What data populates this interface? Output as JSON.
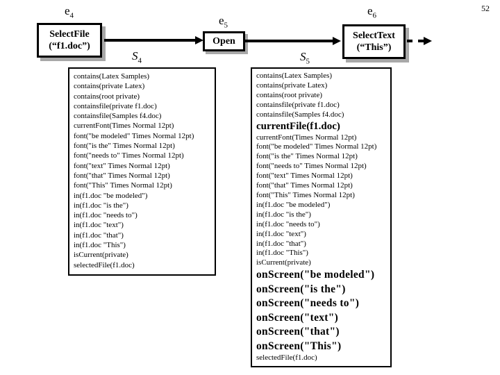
{
  "page_number": "52",
  "colors": {
    "background": "#ffffff",
    "text": "#000000",
    "box_border": "#000000",
    "box_shadow": "#a8a8a8"
  },
  "events": [
    {
      "name": "e",
      "sub": "4",
      "action": "SelectFile",
      "argument": "(“f1.doc”)"
    },
    {
      "name": "e",
      "sub": "5",
      "action": "Open",
      "argument": ""
    },
    {
      "name": "e",
      "sub": "6",
      "action": "SelectText",
      "argument": "(“This”)"
    }
  ],
  "states": [
    {
      "name": "S",
      "sub": "4",
      "facts": [
        {
          "text": "contains(Latex Samples)",
          "emphasis": "normal"
        },
        {
          "text": "contains(private Latex)",
          "emphasis": "normal"
        },
        {
          "text": "contains(root private)",
          "emphasis": "normal"
        },
        {
          "text": "containsfile(private f1.doc)",
          "emphasis": "normal"
        },
        {
          "text": "containsfile(Samples f4.doc)",
          "emphasis": "normal"
        },
        {
          "text": "currentFont(Times Normal 12pt)",
          "emphasis": "normal"
        },
        {
          "text": "font(\"be modeled\" Times Normal 12pt)",
          "emphasis": "normal"
        },
        {
          "text": "font(\"is the\" Times Normal 12pt)",
          "emphasis": "normal"
        },
        {
          "text": "font(\"needs to\" Times Normal 12pt)",
          "emphasis": "normal"
        },
        {
          "text": "font(\"text\" Times Normal 12pt)",
          "emphasis": "normal"
        },
        {
          "text": "font(\"that\" Times Normal 12pt)",
          "emphasis": "normal"
        },
        {
          "text": "font(\"This\" Times Normal 12pt)",
          "emphasis": "normal"
        },
        {
          "text": "in(f1.doc \"be modeled\")",
          "emphasis": "normal"
        },
        {
          "text": "in(f1.doc \"is the\")",
          "emphasis": "normal"
        },
        {
          "text": "in(f1.doc \"needs to\")",
          "emphasis": "normal"
        },
        {
          "text": "in(f1.doc \"text\")",
          "emphasis": "normal"
        },
        {
          "text": "in(f1.doc \"that\")",
          "emphasis": "normal"
        },
        {
          "text": "in(f1.doc \"This\")",
          "emphasis": "normal"
        },
        {
          "text": "isCurrent(private)",
          "emphasis": "normal"
        },
        {
          "text": "selectedFile(f1.doc)",
          "emphasis": "normal"
        }
      ]
    },
    {
      "name": "S",
      "sub": "5",
      "facts": [
        {
          "text": "contains(Latex Samples)",
          "emphasis": "normal"
        },
        {
          "text": "contains(private Latex)",
          "emphasis": "normal"
        },
        {
          "text": "contains(root private)",
          "emphasis": "normal"
        },
        {
          "text": "containsfile(private f1.doc)",
          "emphasis": "normal"
        },
        {
          "text": "containsfile(Samples f4.doc)",
          "emphasis": "normal"
        },
        {
          "text": "currentFile(f1.doc)",
          "emphasis": "medium"
        },
        {
          "text": "currentFont(Times Normal 12pt)",
          "emphasis": "normal"
        },
        {
          "text": "font(\"be modeled\" Times Normal 12pt)",
          "emphasis": "normal"
        },
        {
          "text": "font(\"is the\" Times Normal 12pt)",
          "emphasis": "normal"
        },
        {
          "text": "font(\"needs to\" Times Normal 12pt)",
          "emphasis": "normal"
        },
        {
          "text": "font(\"text\" Times Normal 12pt)",
          "emphasis": "normal"
        },
        {
          "text": "font(\"that\" Times Normal 12pt)",
          "emphasis": "normal"
        },
        {
          "text": "font(\"This\" Times Normal 12pt)",
          "emphasis": "normal"
        },
        {
          "text": "in(f1.doc \"be modeled\")",
          "emphasis": "normal"
        },
        {
          "text": "in(f1.doc \"is the\")",
          "emphasis": "normal"
        },
        {
          "text": "in(f1.doc \"needs to\")",
          "emphasis": "normal"
        },
        {
          "text": "in(f1.doc \"text\")",
          "emphasis": "normal"
        },
        {
          "text": "in(f1.doc \"that\")",
          "emphasis": "normal"
        },
        {
          "text": "in(f1.doc \"This\")",
          "emphasis": "normal"
        },
        {
          "text": "isCurrent(private)",
          "emphasis": "normal"
        },
        {
          "text": "onScreen(\"be modeled\")",
          "emphasis": "large"
        },
        {
          "text": "onScreen(\"is the\")",
          "emphasis": "large"
        },
        {
          "text": "onScreen(\"needs to\")",
          "emphasis": "large"
        },
        {
          "text": "onScreen(\"text\")",
          "emphasis": "large"
        },
        {
          "text": "onScreen(\"that\")",
          "emphasis": "large"
        },
        {
          "text": "onScreen(\"This\")",
          "emphasis": "large"
        },
        {
          "text": "selectedFile(f1.doc)",
          "emphasis": "normal"
        }
      ]
    }
  ]
}
